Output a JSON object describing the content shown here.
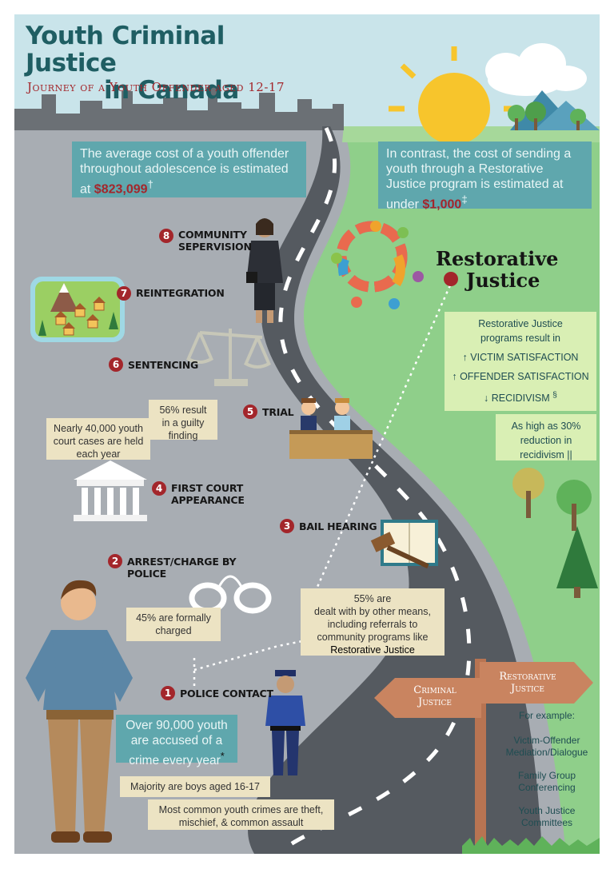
{
  "header": {
    "title_line1": "Youth Criminal Justice",
    "title_line2": "in Canada",
    "subtitle": "Journey of a Youth Offender aged 12-17"
  },
  "cost_left": {
    "text": "The average cost of a youth offender throughout adolescence is estimated at",
    "amount": "$823,099",
    "mark": "†"
  },
  "cost_right": {
    "text": "In contrast, the cost of sending a youth through a Restorative Justice program is estimated at under",
    "amount": "$1,000",
    "mark": "‡"
  },
  "steps": [
    {
      "num": "1",
      "label": "POLICE CONTACT"
    },
    {
      "num": "2",
      "label": "ARREST/CHARGE BY POLICE"
    },
    {
      "num": "3",
      "label": "BAIL HEARING"
    },
    {
      "num": "4",
      "label": "FIRST COURT APPEARANCE"
    },
    {
      "num": "5",
      "label": "TRIAL"
    },
    {
      "num": "6",
      "label": "SENTENCING"
    },
    {
      "num": "7",
      "label": "REINTEGRATION"
    },
    {
      "num": "8",
      "label": "COMMUNITY SEPERVISION"
    }
  ],
  "restorative": {
    "title_line1": "Restorative",
    "title_line2": "Justice",
    "programs_intro": "Restorative Justice programs result in",
    "results": [
      "↑ VICTIM SATISFACTION",
      "↑ OFFENDER SATISFACTION",
      "↓ RECIDIVISM"
    ],
    "results_mark": "§",
    "reduction": "As high as 30% reduction in recidivism",
    "reduction_mark": "||"
  },
  "facts": {
    "guilty": "56% result in a guilty finding",
    "court_cases": "Nearly 40,000 youth court cases are held each year",
    "charged": "45% are formally charged",
    "other_means_line1": "55% are",
    "other_means_line2": "dealt with by other means, including referrals to community programs like",
    "other_means_highlight": "Restorative Justice",
    "accused_text": "Over 90,000 youth are accused of a crime every year",
    "accused_mark": "*",
    "majority": "Majority are boys aged 16-17",
    "common_crimes": "Most common youth crimes are theft, mischief, & common assault"
  },
  "signpost": {
    "left": "Criminal Justice",
    "right": "Restorative Justice"
  },
  "examples": {
    "heading": "For example:",
    "items": [
      "Victim-Offender Mediation/Dialogue",
      "Family Group Conferencing",
      "Youth Justice Committees"
    ]
  },
  "colors": {
    "sky": "#c9e4ea",
    "grey_ground": "#a8adb3",
    "green_ground": "#8fcf8a",
    "road": "#555a60",
    "accent_red": "#a3262b",
    "title_teal": "#1f5e63",
    "box_teal": "#5fa7ad",
    "box_beige": "#ece3c3",
    "box_lightgreen": "#d9efb4",
    "signpost": "#c98460"
  }
}
